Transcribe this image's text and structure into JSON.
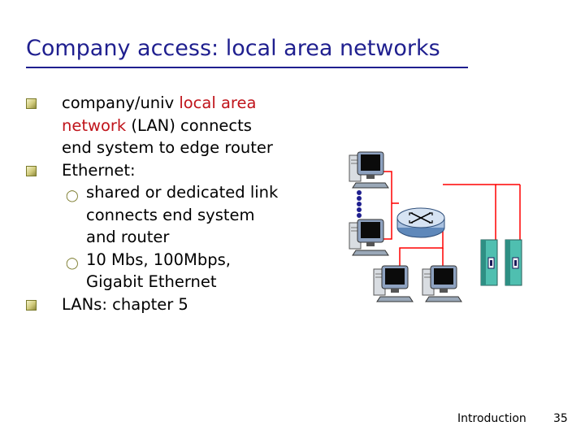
{
  "slide": {
    "title": "Company access: local area networks",
    "bullets": [
      {
        "prefix": "company/univ ",
        "highlight": "local area",
        "cont_highlight": "network",
        "cont_rest": " (LAN) connects",
        "cont2": "end system to edge router"
      },
      {
        "text": "Ethernet:",
        "sub": [
          {
            "lines": [
              "shared or dedicated link",
              "connects end system",
              "and router"
            ]
          },
          {
            "lines": [
              "10 Mbs, 100Mbps,",
              "Gigabit Ethernet"
            ]
          }
        ]
      },
      {
        "text": "LANs: chapter 5"
      }
    ],
    "highlight_color": "#c0141b"
  },
  "diagram": {
    "icons": [
      "desktop-computer-icon",
      "router-icon",
      "server-icon",
      "ethernet-hub-icon"
    ],
    "link_color": "#ff0000"
  },
  "footer": {
    "section": "Introduction",
    "page": "35"
  }
}
